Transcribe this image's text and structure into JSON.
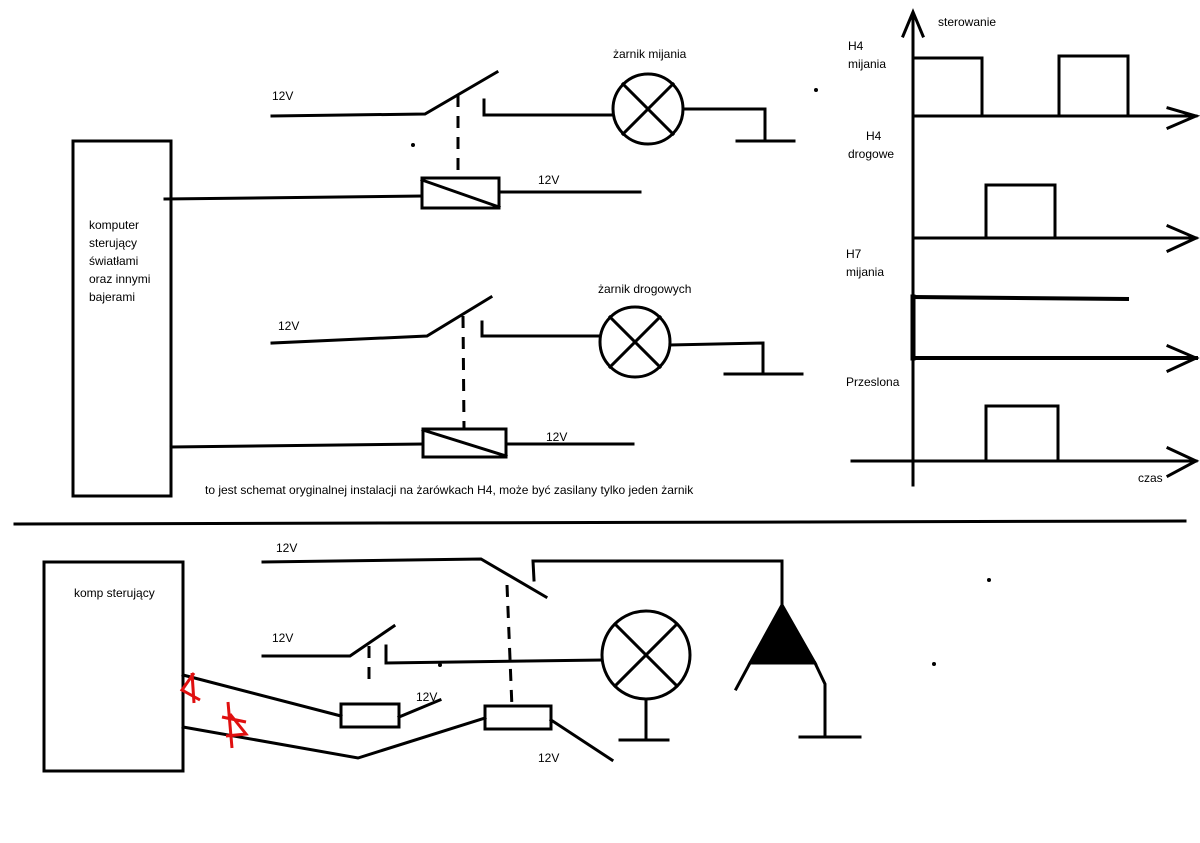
{
  "top_circuit": {
    "controller_label": [
      "komputer",
      "sterujący",
      "światłami",
      "oraz innymi",
      "bajerami"
    ],
    "supply_labels": [
      "12V",
      "12V",
      "12V",
      "12V"
    ],
    "lamp_low_beam": "żarnik mijania",
    "lamp_high_beam": "żarnik drogowych",
    "caption": "to jest schemat oryginalnej instalacji na żarówkach H4, może być zasilany tylko jeden żarnik"
  },
  "bottom_circuit": {
    "controller_label": "komp sterujący",
    "supply_labels": [
      "12V",
      "12V",
      "12V",
      "12V"
    ]
  },
  "timing_diagram": {
    "y_axis_label": "sterowanie",
    "x_axis_label": "czas",
    "signals": [
      {
        "name": "H4 mijania",
        "lines": [
          "H4",
          "mijania"
        ],
        "pattern": [
          1,
          0,
          1
        ]
      },
      {
        "name": "H4 drogowe",
        "lines": [
          "H4",
          "drogowe"
        ],
        "pattern": [
          0,
          1,
          0
        ]
      },
      {
        "name": "H7 mijania",
        "lines": [
          "H7",
          "mijania"
        ],
        "pattern": [
          1,
          1,
          1
        ]
      },
      {
        "name": "Przeslona",
        "lines": [
          "Przeslona"
        ],
        "pattern": [
          0,
          1,
          0
        ]
      }
    ]
  }
}
